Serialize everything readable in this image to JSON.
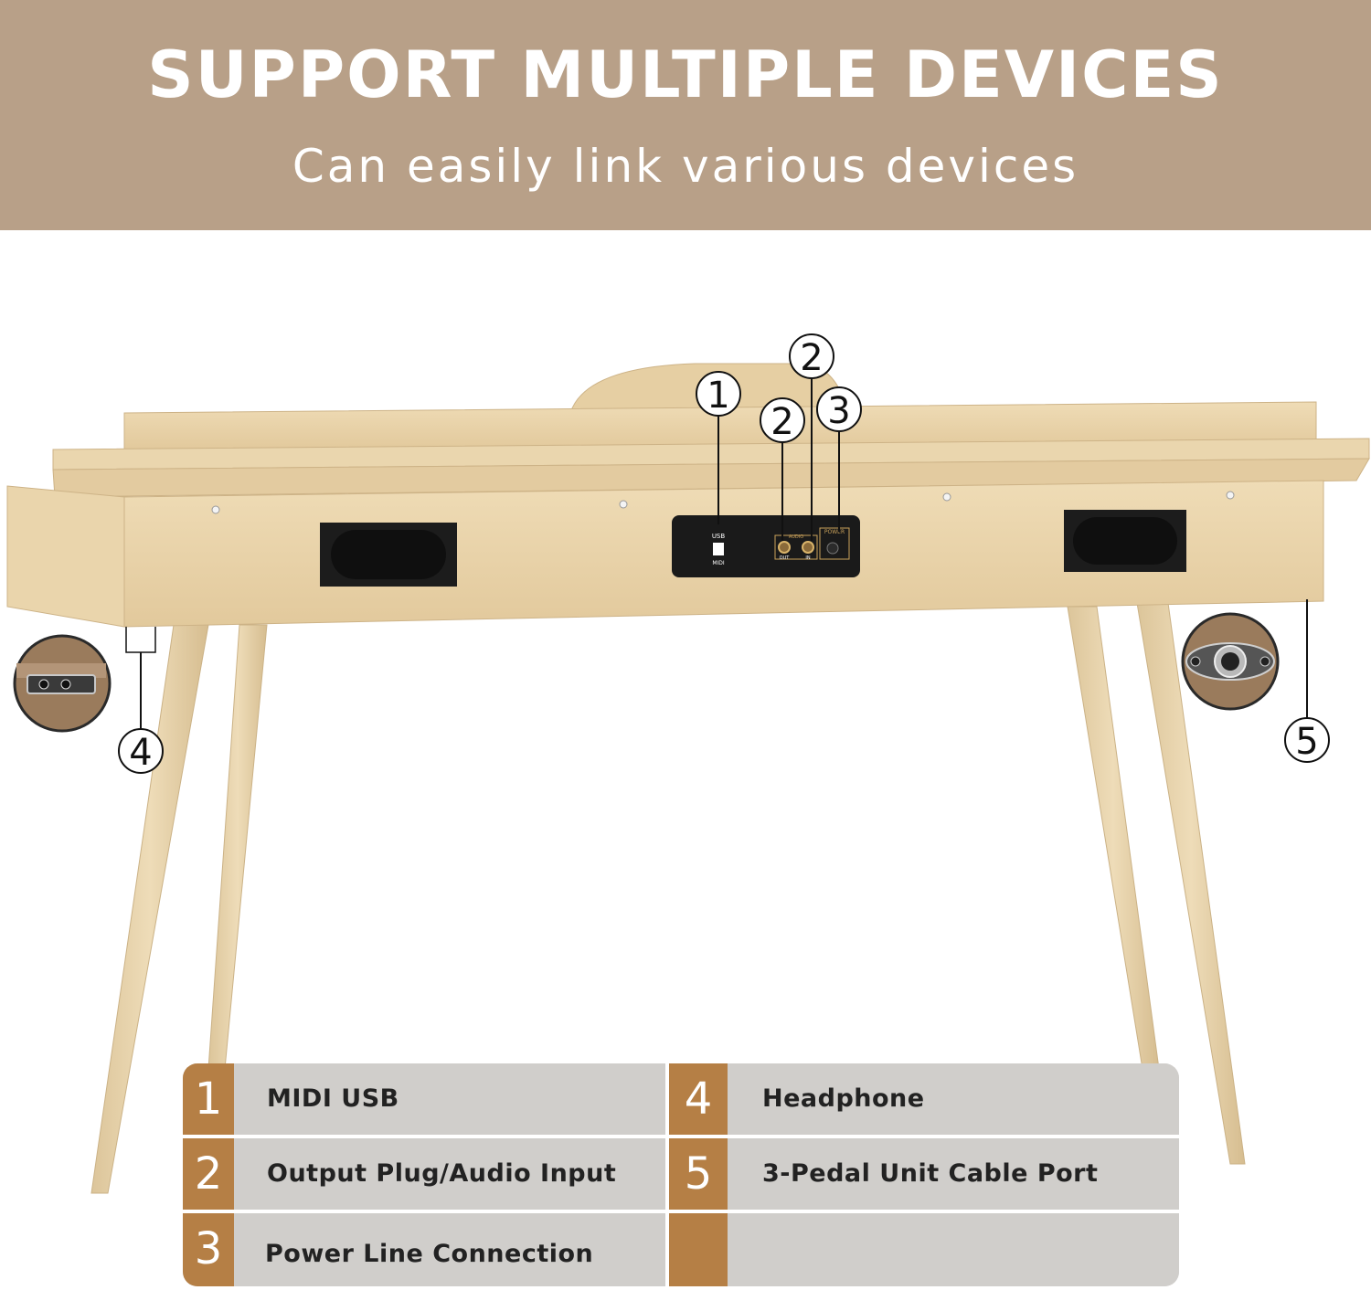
{
  "header": {
    "title": "SUPPORT MULTIPLE DEVICES",
    "subtitle": "Can easily link various devices"
  },
  "callouts": [
    "1",
    "2",
    "2",
    "3",
    "4",
    "5"
  ],
  "panel_labels": {
    "usb": "USB",
    "midi": "MIDI",
    "audio": "AUDIO",
    "out": "OUT",
    "in": "IN",
    "power": "POWER"
  },
  "legend": [
    {
      "num": "1",
      "label": "MIDI USB"
    },
    {
      "num": "2",
      "label": "Output Plug/Audio Input"
    },
    {
      "num": "3",
      "label": "Power Line Connection"
    },
    {
      "num": "4",
      "label": "Headphone"
    },
    {
      "num": "5",
      "label": "3-Pedal Unit Cable Port"
    },
    {
      "num": "",
      "label": ""
    }
  ],
  "colors": {
    "header_bg": "#b8a088",
    "wood": "#e8d2a8",
    "legend_accent": "#b57f45",
    "legend_bg": "#d0cecb"
  }
}
